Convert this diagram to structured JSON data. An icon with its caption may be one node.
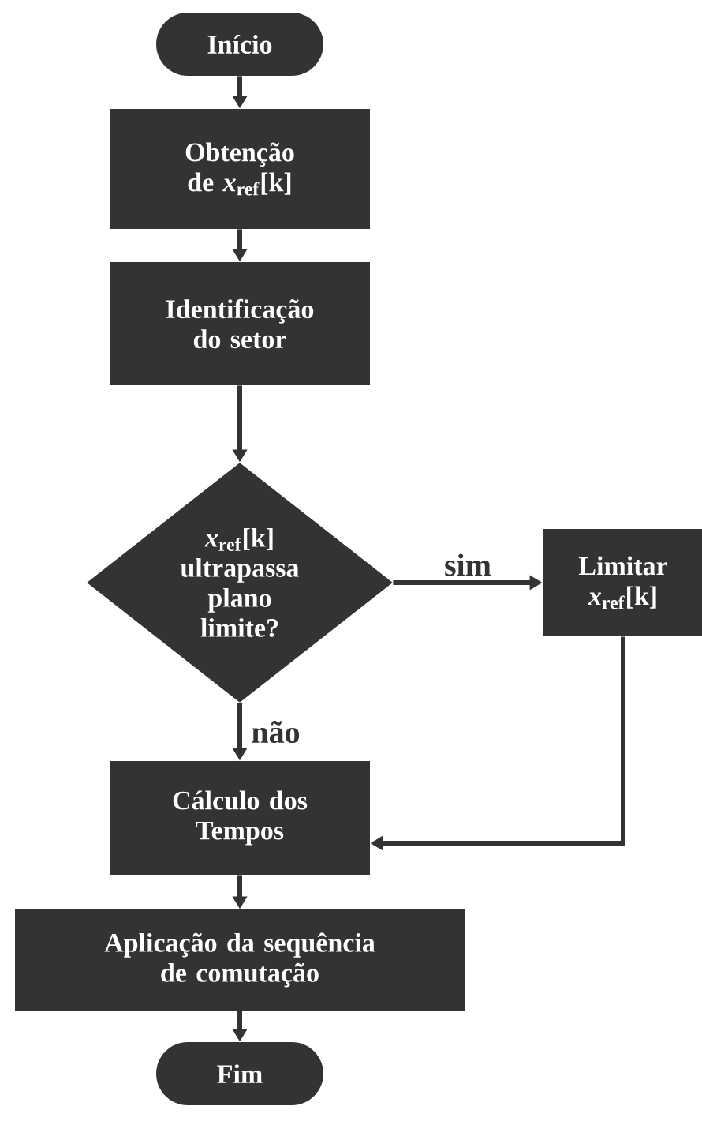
{
  "diagram": {
    "nodes": [
      {
        "text": [
          "Início"
        ]
      },
      {
        "text": [
          "Obtenção de *x*$_{ref}$[k]"
        ]
      },
      {
        "text": [
          "Identificação do setor"
        ]
      },
      {
        "text": [
          "*x*$_{ref}$[k] ultrapassa plano limite?"
        ]
      },
      {
        "text": [
          "Limitar *x*$_{ref}$[k]"
        ]
      },
      {
        "text": [
          "Cálculo dos Tempos"
        ]
      },
      {
        "text": [
          "Aplicação da sequência de comutação"
        ]
      },
      {
        "text": [
          "Fim"
        ]
      }
    ],
    "edges": [
      {
        "from": 0,
        "to": 1,
        "arrow": "to"
      },
      {
        "from": 1,
        "to": 2,
        "arrow": "to"
      },
      {
        "from": 2,
        "to": 3,
        "arrow": "to"
      },
      {
        "from": 3,
        "to": 4,
        "label": "sim",
        "arrow": "to"
      },
      {
        "from": 3,
        "to": 5,
        "label": "não",
        "arrow": "to"
      },
      {
        "from": 4,
        "to": 5,
        "arrow": "to"
      },
      {
        "from": 5,
        "to": 6,
        "arrow": "to"
      },
      {
        "from": 6,
        "to": 7,
        "arrow": "to"
      }
    ]
  }
}
